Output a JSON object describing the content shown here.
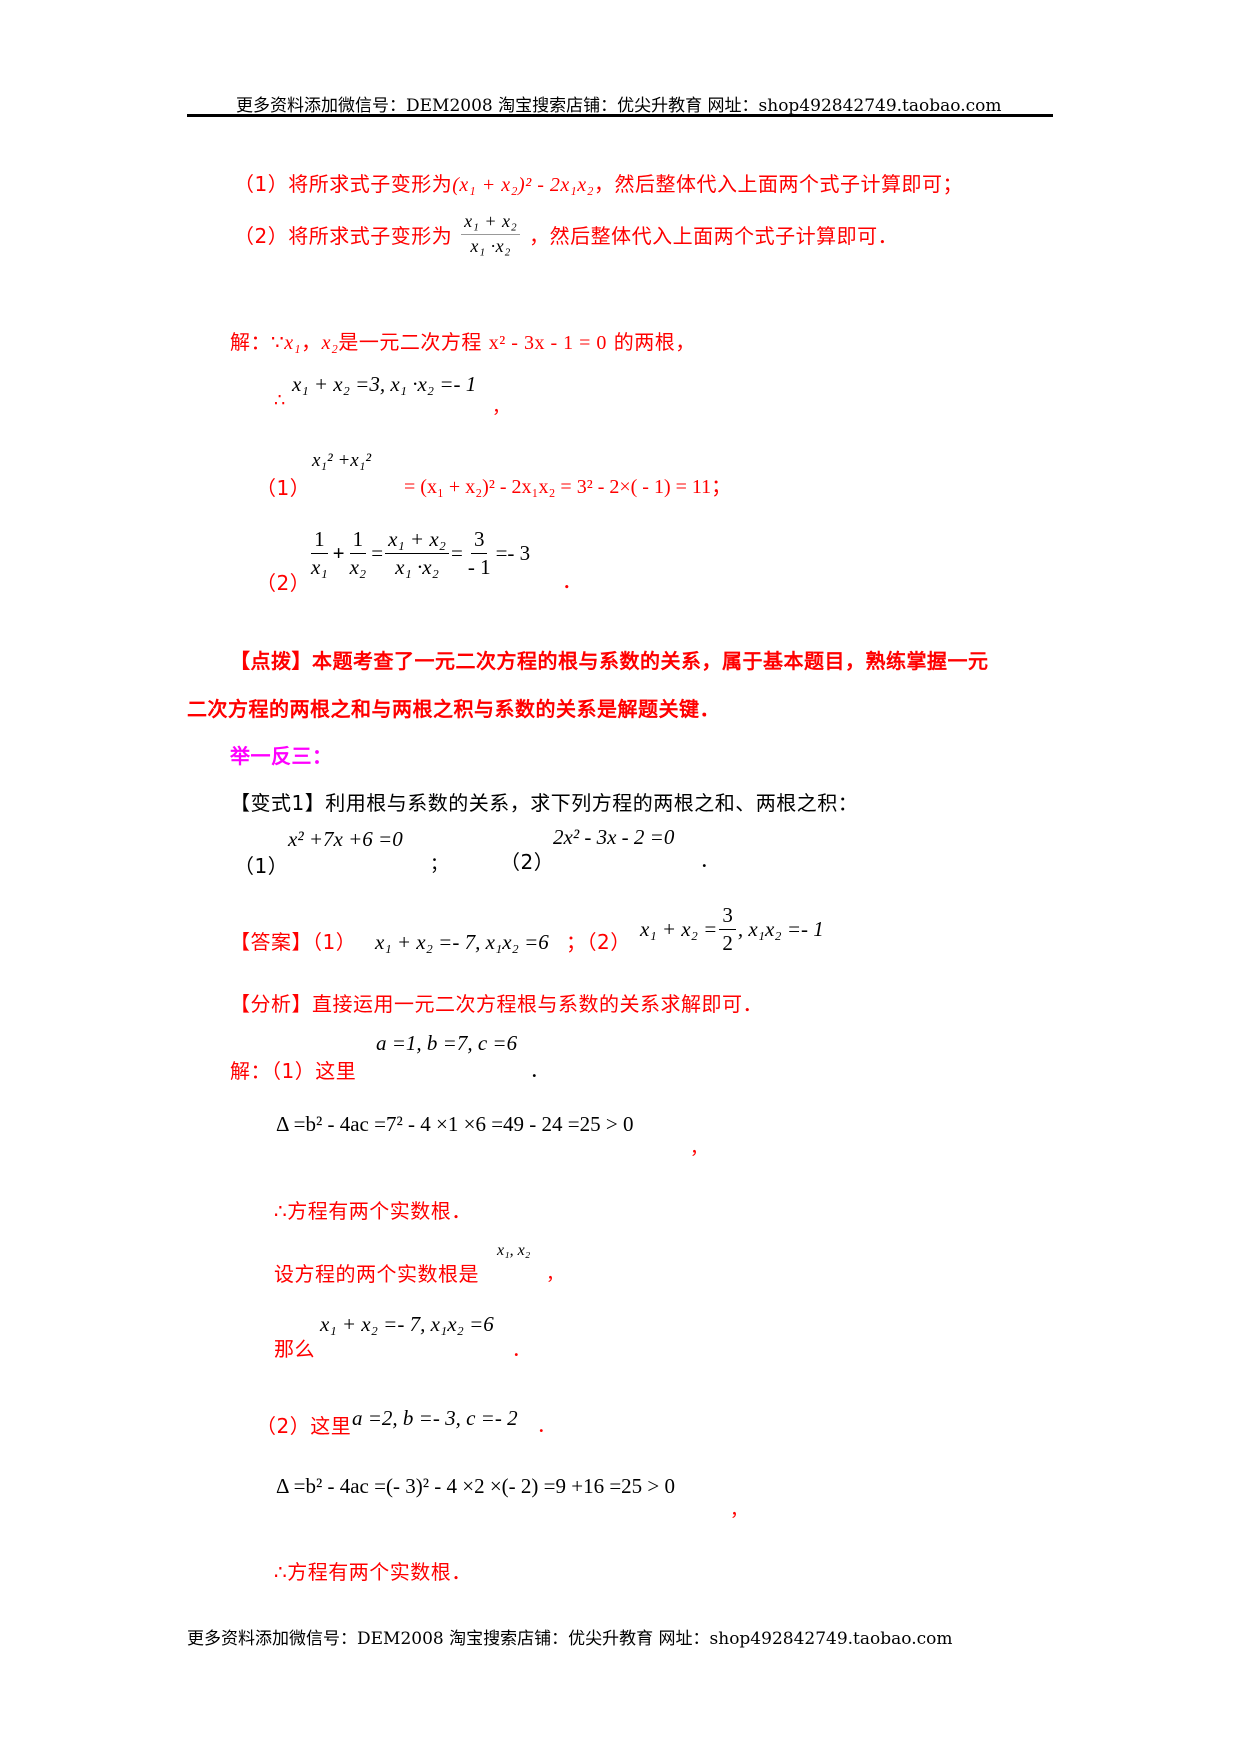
{
  "header": {
    "text": "更多资料添加微信号：DEM2008  淘宝搜索店铺：优尖升教育 网址：shop492842749.taobao.com"
  },
  "footer": {
    "text": "更多资料添加微信号：DEM2008  淘宝搜索店铺：优尖升教育 网址：shop492842749.taobao.com"
  },
  "analysis": {
    "step1_prefix": "（1）将所求式子变形为",
    "step1_expr": "(x₁ + x₂)² - 2x₁x₂",
    "step1_suffix": "，然后整体代入上面两个式子计算即可；",
    "step2_prefix": "（2）将所求式子变形为",
    "step2_num": "x₁ + x₂",
    "step2_den": "x₁ ·x₂",
    "step2_suffix": "，然后整体代入上面两个式子计算即可．"
  },
  "solution": {
    "intro_prefix": "解：∵",
    "intro_x1": "x₁",
    "intro_sep": "，",
    "intro_x2": "x₂",
    "intro_mid": "是一元二次方程",
    "intro_eq": "x² - 3x - 1 = 0",
    "intro_suffix": "的两根，",
    "therefore": "∴",
    "vieta": "x₁ + x₂ =3, x₁ ·x₂ =- 1",
    "vieta_comma": "，",
    "part1_label": "（1）",
    "part1_lhs": "x₁² +x₁²",
    "part1_rhs": "= (x₁ + x₂)² - 2x₁x₂ = 3² - 2×( - 1) = 11；",
    "part2_label": "（2）",
    "part2_expr": {
      "t1_num": "1",
      "t1_den": "x₁",
      "plus": "+",
      "t2_num": "1",
      "t2_den": "x₂",
      "eq1": "=",
      "t3_num": "x₁ + x₂",
      "t3_den": "x₁ ·x₂",
      "eq2": "=",
      "t4_num": "3",
      "t4_den": "- 1",
      "result": "=- 3"
    },
    "part2_end": "．"
  },
  "tip": {
    "label": "【点拨】",
    "line1": "本题考查了一元二次方程的根与系数的关系，属于基本题目，熟练掌握一元",
    "line2": "二次方程的两根之和与两根之积与系数的关系是解题关键．"
  },
  "practice": {
    "heading": "举一反三：",
    "variant_label": "【变式1】",
    "variant_text": "利用根与系数的关系，求下列方程的两根之和、两根之积：",
    "q1_label": "（1）",
    "q1_eq": "x² +7x +6 =0",
    "q1_end": "；",
    "q2_label": "（2）",
    "q2_eq": "2x² - 3x - 2 =0",
    "q2_end": "．"
  },
  "answer": {
    "label": "【答案】",
    "a1_label": "（1）",
    "a1_expr": "x₁ + x₂ =- 7, x₁x₂ =6",
    "sep": "；",
    "a2_label": "（2）",
    "a2_lhs": "x₁ + x₂ =",
    "a2_frac_num": "3",
    "a2_frac_den": "2",
    "a2_rhs": ", x₁x₂ =- 1"
  },
  "analysis2": {
    "label": "【分析】",
    "text": "直接运用一元二次方程根与系数的关系求解即可．"
  },
  "solution2": {
    "p1_prefix": "解：（1）这里",
    "p1_coeffs": "a =1, b =7, c =6",
    "p1_end": "．",
    "p1_delta": "Δ =b² - 4ac =7² - 4 ×1 ×6 =49 - 24 =25 > 0",
    "p1_delta_end": "，",
    "p1_conclusion": "∴方程有两个实数根．",
    "p1_roots_prefix": "设方程的两个实数根是",
    "p1_roots": "x₁, x₂",
    "p1_roots_end": "，",
    "p1_then_prefix": "那么",
    "p1_then": "x₁ + x₂ =- 7, x₁x₂ =6",
    "p1_then_end": "．",
    "p2_prefix": "（2）这里",
    "p2_coeffs": "a =2, b =- 3, c =- 2",
    "p2_end": "．",
    "p2_delta": "Δ =b² - 4ac =(- 3)² - 4 ×2 ×(- 2) =9 +16 =25 > 0",
    "p2_delta_end": "，",
    "p2_conclusion": "∴方程有两个实数根．"
  },
  "colors": {
    "red": "#ff0000",
    "magenta": "#ff00ff",
    "black": "#000000"
  }
}
